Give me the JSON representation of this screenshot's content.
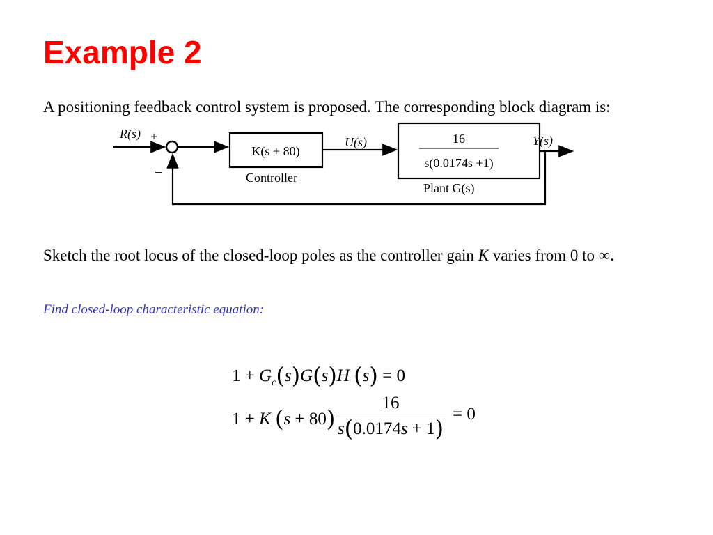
{
  "title": "Example 2",
  "intro": "A positioning feedback control system is proposed.  The corresponding block diagram is:",
  "diagram": {
    "input": "R(s)",
    "plus": "+",
    "minus": "–",
    "controller_expr": "K(s + 80)",
    "controller_label": "Controller",
    "control_signal": "U(s)",
    "plant_num": "16",
    "plant_den": "s(0.0174s +1)",
    "plant_label": "Plant  G(s)",
    "output": "Y(s)"
  },
  "task_prefix": "Sketch the root locus of the closed-loop poles as the controller gain ",
  "task_var": "K",
  "task_suffix": " varies from 0 to ∞.",
  "hint": "Find closed-loop characteristic equation:",
  "equations": {
    "eq1": "1 + Gc(s)G(s)H(s) = 0",
    "eq2_num": "16",
    "eq2_den": "s(0.0174s + 1)"
  },
  "colors": {
    "title": "#ff0000",
    "hint": "#3333cc"
  }
}
